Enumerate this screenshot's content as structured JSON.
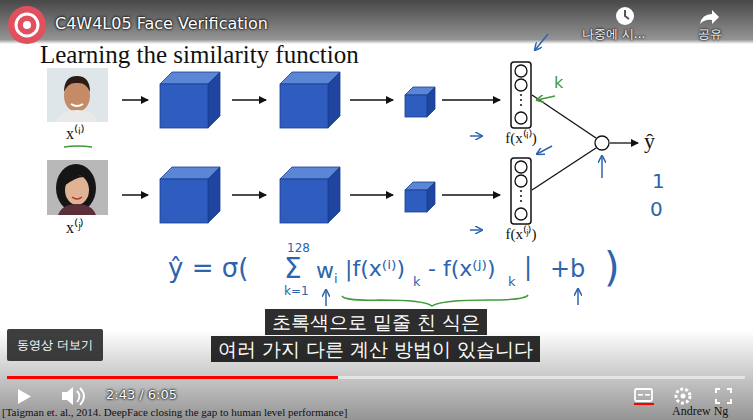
{
  "diagram": {
    "title": "Learning the similarity function",
    "nodes": [
      {
        "text": [
          "f(x⁽ⁱ⁾)"
        ]
      },
      {
        "text": [
          "f(x⁽ʲ⁾)"
        ]
      },
      {
        "text": [
          "초록색으로 밑줄 친 식은"
        ]
      },
      {
        "text": [
          "여러 가지 다른 계산 방법이 있습니다"
        ]
      },
      {
        "text": [
          "동영상 더보기"
        ]
      }
    ],
    "labels": [
      "C4W4L05 Face Verification",
      "나중에 시...",
      "공유",
      "x⁽ⁱ⁾",
      "x⁽ʲ⁾",
      "k",
      "ŷ",
      "1",
      "0",
      "ŷ = σ(",
      "128",
      "k=1",
      "Σ",
      "w",
      "i",
      "|f(x⁽ⁱ⁾)",
      "k",
      "- f(x⁽ʲ⁾)",
      "k",
      "|",
      "+b",
      ")",
      "2:43 / 6:05",
      "[Taigman et. al., 2014. DeepFace closing the gap to human level performance]",
      "Andrew Ng"
    ]
  }
}
